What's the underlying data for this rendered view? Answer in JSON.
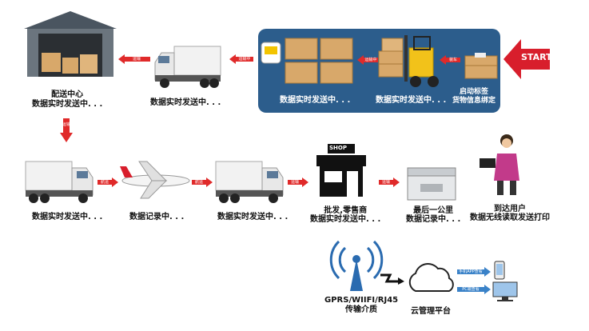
{
  "start_label": "START",
  "captions": {
    "start_tag": "启动标签\n货物信息绑定",
    "forklift": "数据实时发送中. . .",
    "boxes": "数据实时发送中. . .",
    "truck_top": "数据实时发送中. . .",
    "warehouse": "配送中心\n数据实时发送中. . .",
    "truck_row2_a": "数据实时发送中. . .",
    "plane": "数据记录中. . .",
    "truck_row2_b": "数据实时发送中. . .",
    "shop": "批发,零售商\n数据实时发送中. . .",
    "cooler": "最后一公里\n数据记录中. . .",
    "user": "到达用户\n数据无线读取发送打印",
    "gprs": "GPRS/WIIFI/RJ45\n传输介质",
    "cloud": "云管理平台"
  },
  "arrow_tags": {
    "a1": "运输",
    "a2": "运输",
    "a3": "运输中",
    "a4": "运输中",
    "a5": "装车",
    "b1": "航运",
    "b2": "航运",
    "b3": "运输",
    "b4": "运输",
    "c1": "手机APP查看",
    "c2": "PC端查看"
  },
  "shop_sign": "SHOP",
  "colors": {
    "panel": "#2c5d8c",
    "arrow_red": "#e02a2a",
    "start_red": "#d81e2c",
    "box": "#d8a86a",
    "truck_body": "#f2f2f2"
  }
}
